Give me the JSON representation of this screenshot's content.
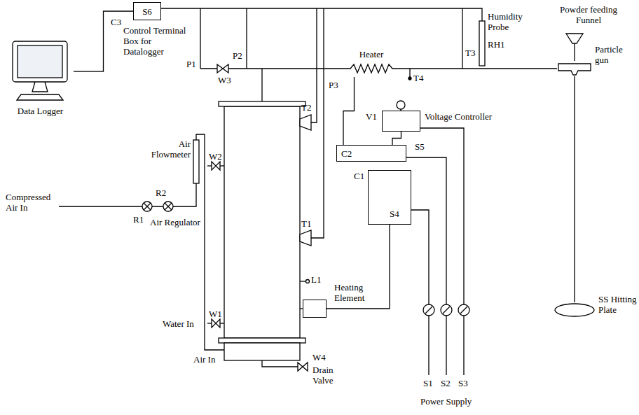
{
  "diagram": {
    "nodes": [
      {
        "text": [
          "Data Logger"
        ]
      },
      {
        "text": [
          "S6"
        ]
      },
      {
        "text": [
          "Heater"
        ]
      },
      {
        "text": [
          "V1",
          "Voltage Controller"
        ]
      },
      {
        "text": [
          "C2"
        ]
      },
      {
        "text": [
          "C1",
          "S4"
        ]
      },
      {
        "text": [
          "Heating Element"
        ]
      },
      {
        "text": [
          "SS Hitting Plate"
        ]
      },
      {
        "text": [
          "Particle gun"
        ]
      }
    ],
    "edges": [
      {
        "from": 0,
        "to": 1,
        "arrow": "none"
      },
      {
        "from": 3,
        "to": 4,
        "arrow": "none"
      },
      {
        "from": 4,
        "to": 2,
        "arrow": "none"
      },
      {
        "from": 5,
        "to": 6,
        "arrow": "none"
      },
      {
        "from": 2,
        "to": 8,
        "arrow": "none"
      },
      {
        "from": 8,
        "to": 7,
        "arrow": "none"
      }
    ],
    "labels": [
      "C3",
      "Control Terminal Box for Datalogger",
      "P1",
      "P2",
      "W3",
      "Humidity Probe",
      "RH1",
      "Powder feeding Funnel",
      "P3",
      "T4",
      "T3",
      "S5",
      "T2",
      "W2",
      "Air Flowmeter",
      "Compressed Air In",
      "R1",
      "R2",
      "Air Regulator",
      "T1",
      "L1",
      "W1",
      "Water In",
      "Air In",
      "W4",
      "Drain Valve",
      "S1",
      "S2",
      "S3",
      "Power Supply"
    ]
  }
}
